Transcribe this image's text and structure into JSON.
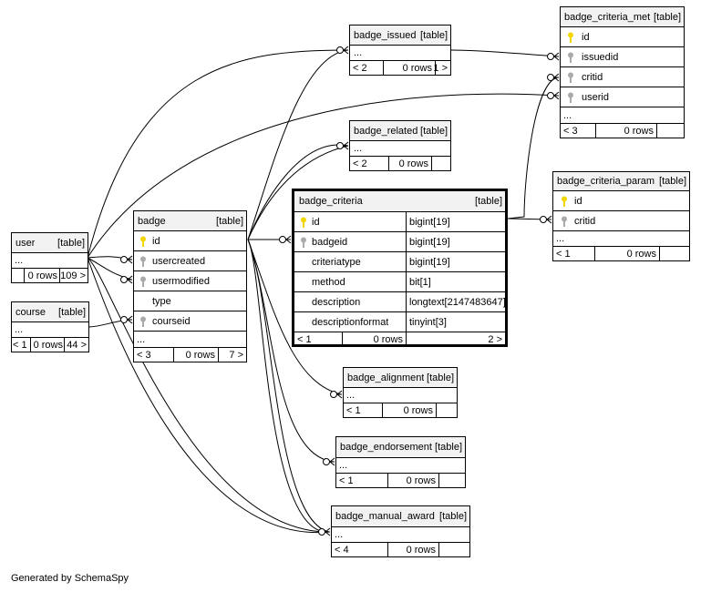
{
  "generated_by": "Generated by SchemaSpy",
  "table_tag": "[table]",
  "tables": {
    "badge_issued": {
      "name": "badge_issued",
      "rows": [
        "..."
      ],
      "footer": [
        "< 2",
        "0 rows",
        "1 >"
      ]
    },
    "badge_criteria_met": {
      "name": "badge_criteria_met",
      "rows": [
        "id",
        "issuedid",
        "critid",
        "userid",
        "..."
      ],
      "footer": [
        "< 3",
        "0 rows",
        ""
      ]
    },
    "badge_related": {
      "name": "badge_related",
      "rows": [
        "..."
      ],
      "footer": [
        "< 2",
        "0 rows",
        ""
      ]
    },
    "badge_criteria_param": {
      "name": "badge_criteria_param",
      "rows": [
        "id",
        "critid",
        "..."
      ],
      "footer": [
        "< 1",
        "0 rows",
        ""
      ]
    },
    "user": {
      "name": "user",
      "rows": [
        "..."
      ],
      "footer": [
        "",
        "0 rows",
        "109 >"
      ]
    },
    "course": {
      "name": "course",
      "rows": [
        "..."
      ],
      "footer": [
        "< 1",
        "0 rows",
        "44 >"
      ]
    },
    "badge": {
      "name": "badge",
      "rows": [
        "id",
        "usercreated",
        "usermodified",
        "type",
        "courseid",
        "..."
      ],
      "footer": [
        "< 3",
        "0 rows",
        "7 >"
      ]
    },
    "badge_criteria": {
      "name": "badge_criteria",
      "columns": [
        {
          "name": "id",
          "type": "bigint[19]"
        },
        {
          "name": "badgeid",
          "type": "bigint[19]"
        },
        {
          "name": "criteriatype",
          "type": "bigint[19]"
        },
        {
          "name": "method",
          "type": "bit[1]"
        },
        {
          "name": "description",
          "type": "longtext[2147483647]"
        },
        {
          "name": "descriptionformat",
          "type": "tinyint[3]"
        }
      ],
      "footer": [
        "< 1",
        "0 rows",
        "2 >"
      ]
    },
    "badge_alignment": {
      "name": "badge_alignment",
      "rows": [
        "..."
      ],
      "footer": [
        "< 1",
        "0 rows",
        ""
      ]
    },
    "badge_endorsement": {
      "name": "badge_endorsement",
      "rows": [
        "..."
      ],
      "footer": [
        "< 1",
        "0 rows",
        ""
      ]
    },
    "badge_manual_award": {
      "name": "badge_manual_award",
      "rows": [
        "..."
      ],
      "footer": [
        "< 4",
        "0 rows",
        ""
      ]
    }
  },
  "colors": {
    "primary_key": "#f2d600",
    "foreign_key": "#aaaaaa",
    "header_bg": "#f2f2f2",
    "line": "#000000"
  }
}
